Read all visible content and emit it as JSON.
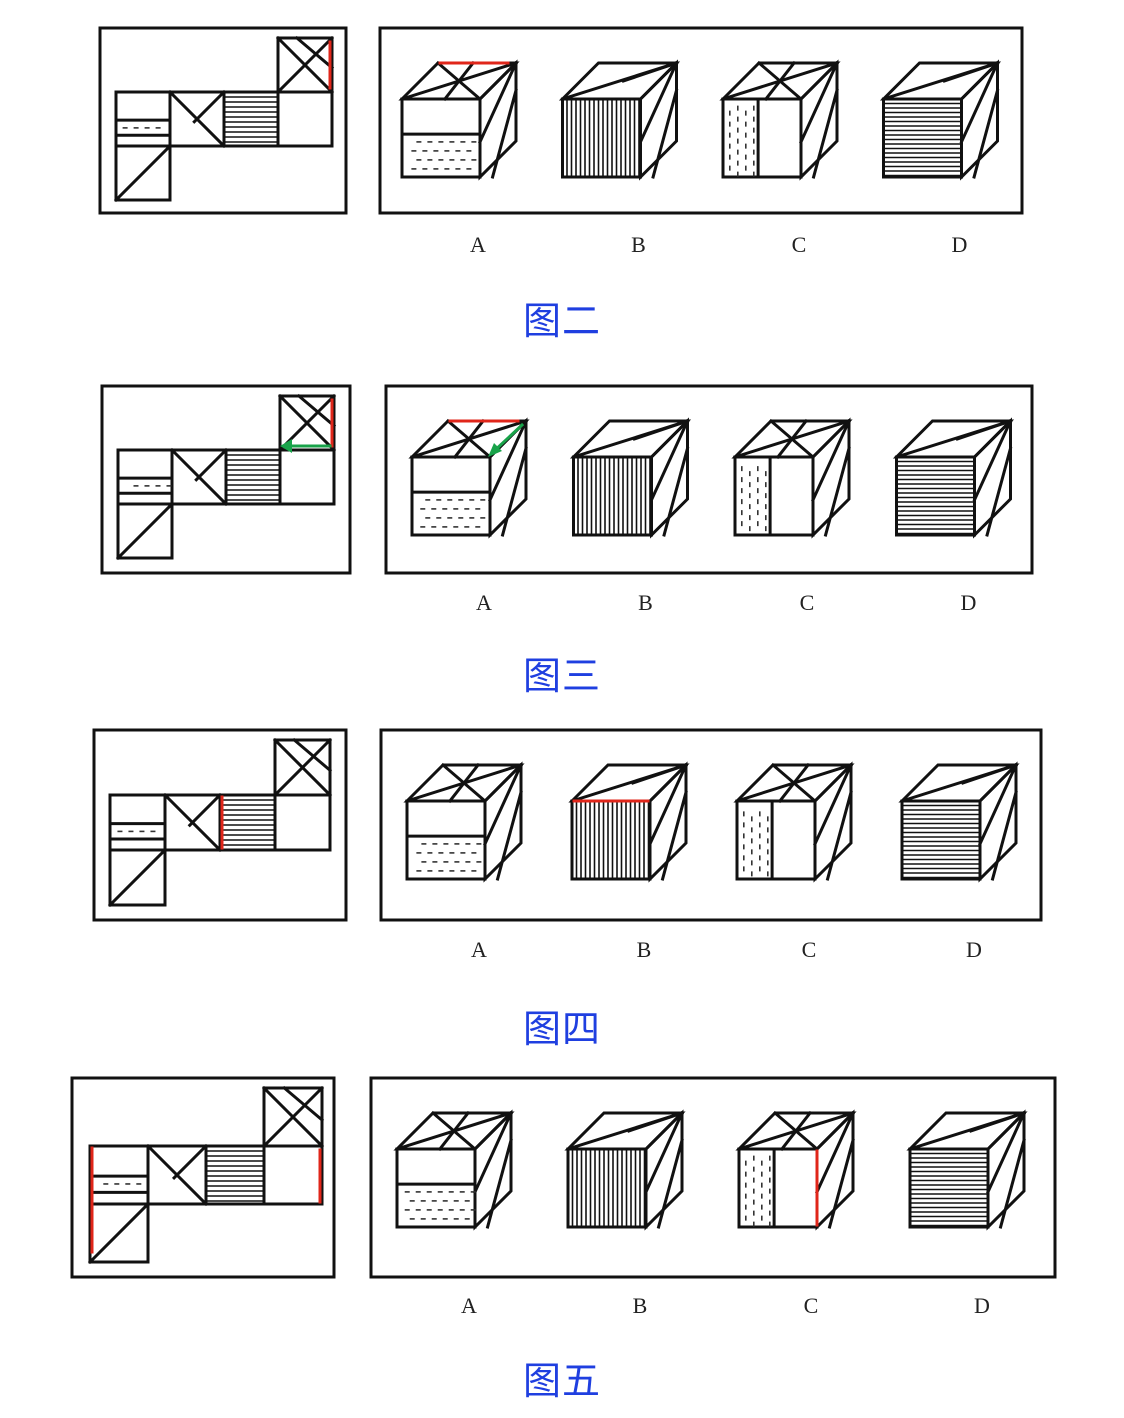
{
  "accent_color": "#e0261a",
  "arrow_color": "#19a34a",
  "caption_color": "#1f3fe0",
  "option_labels": [
    "A",
    "B",
    "C",
    "D"
  ],
  "figures": [
    {
      "caption": "图二",
      "highlight": "net-right-edge-of-top-face and top-back edge of option A"
    },
    {
      "caption": "图三",
      "highlight": "red edges with green arrow showing folding direction"
    },
    {
      "caption": "图四",
      "highlight": "red edge on striped face, matching top edge of option B"
    },
    {
      "caption": "图五",
      "highlight": "red edges on net ends, matching right edge of option C"
    }
  ]
}
